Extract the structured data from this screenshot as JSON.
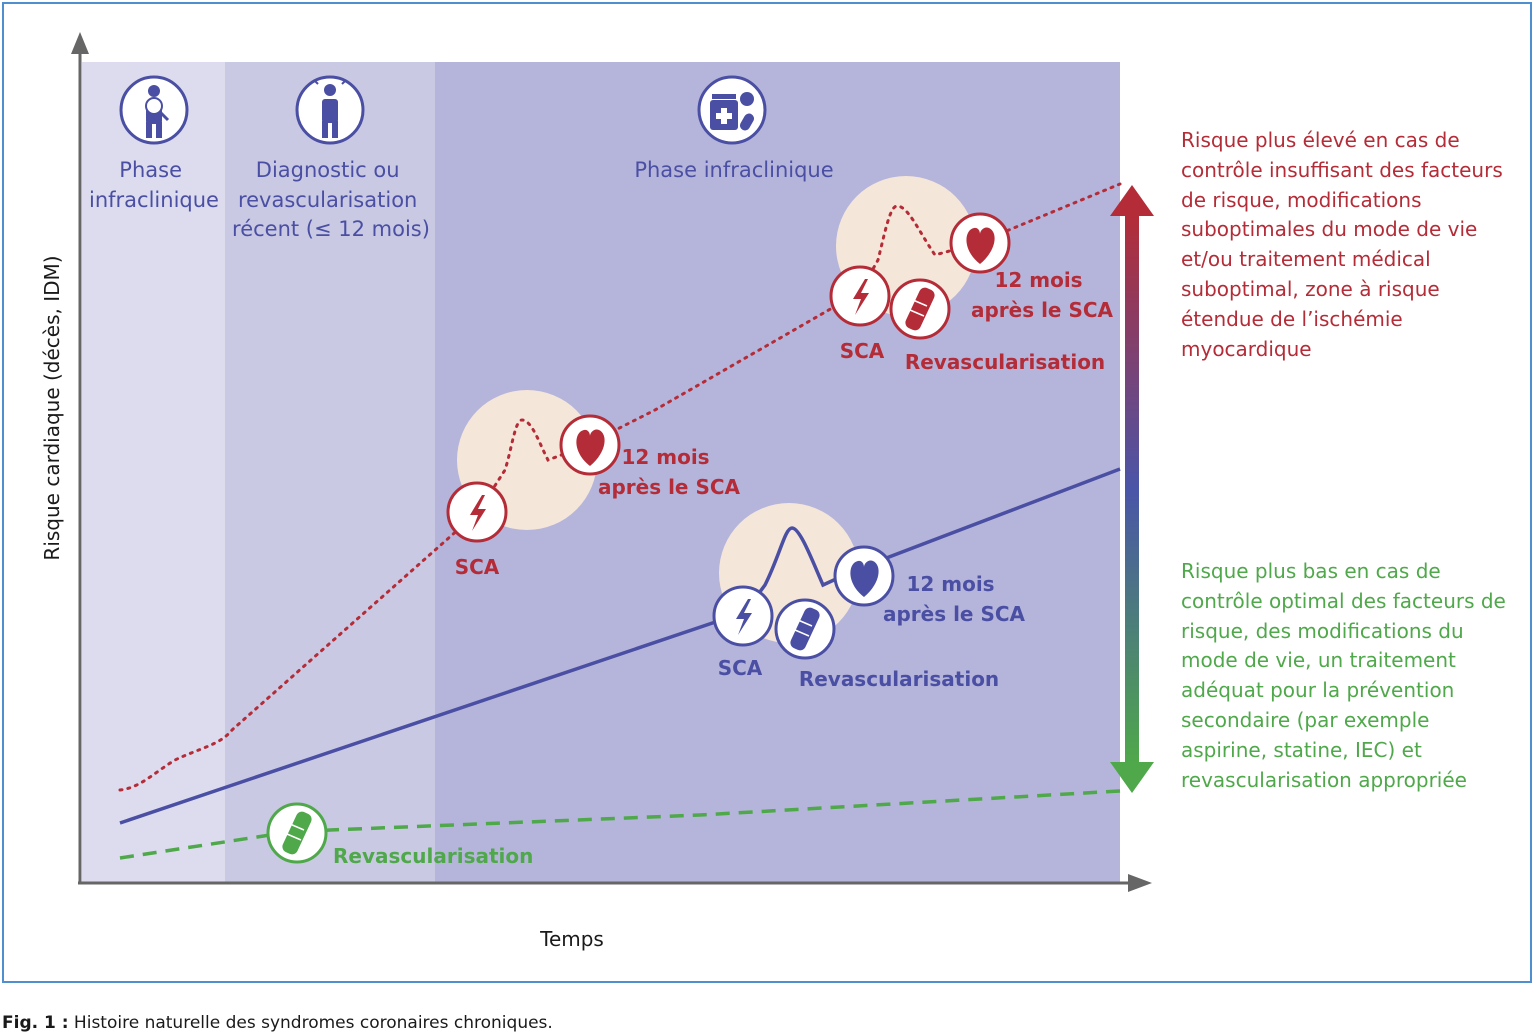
{
  "phases": {
    "phase1": [
      "Phase",
      "infraclinique"
    ],
    "phase2": [
      "Diagnostic ou",
      "revascularisation",
      "récent (≤ 12 mois)"
    ],
    "phase3": "Phase infraclinique"
  },
  "axes": {
    "y_label": "Risque cardiaque (décès, IDM)",
    "x_label": "Temps"
  },
  "events": {
    "red_sca_1": "SCA",
    "red_12mois_1": [
      "12 mois",
      "après le SCA"
    ],
    "red_sca_2": "SCA",
    "red_revasc_2": "Revascularisation",
    "red_12mois_2": [
      "12 mois",
      "après le SCA"
    ],
    "blue_sca": "SCA",
    "blue_revasc": "Revascularisation",
    "blue_12mois": [
      "12 mois",
      "après le SCA"
    ],
    "green_revasc": "Revascularisation"
  },
  "side_notes": {
    "high_risk": "Risque plus élevé en cas de contrôle insuffisant des facteurs de risque, modifications suboptimales du mode de vie et/ou traitement médical suboptimal, zone à risque étendue de l’ischémie myocardique",
    "low_risk": "Risque plus bas en cas de contrôle optimal des facteurs de risque, des modifications du mode de vie, un traitement adéquat pour la prévention secondaire (par exemple aspirine, statine, IEC) et revascularisation appropriée"
  },
  "caption": {
    "label": "Fig. 1 :",
    "text": " Histoire naturelle des syndromes coronaires chroniques."
  },
  "colors": {
    "red": "#b42c37",
    "blue": "#4a4fa3",
    "green": "#4fa84a",
    "phase1_bg": "#dcdcee",
    "phase2_bg": "#c9c9e4",
    "phase3_bg": "#b5b5db",
    "peach": "#f5e6da"
  },
  "icons": {
    "phase1": "person-question-icon",
    "phase2": "person-pain-icon",
    "phase3": "medication-icon",
    "sca": "lightning-icon",
    "revasc": "stent-icon",
    "heart": "heart-icon"
  }
}
